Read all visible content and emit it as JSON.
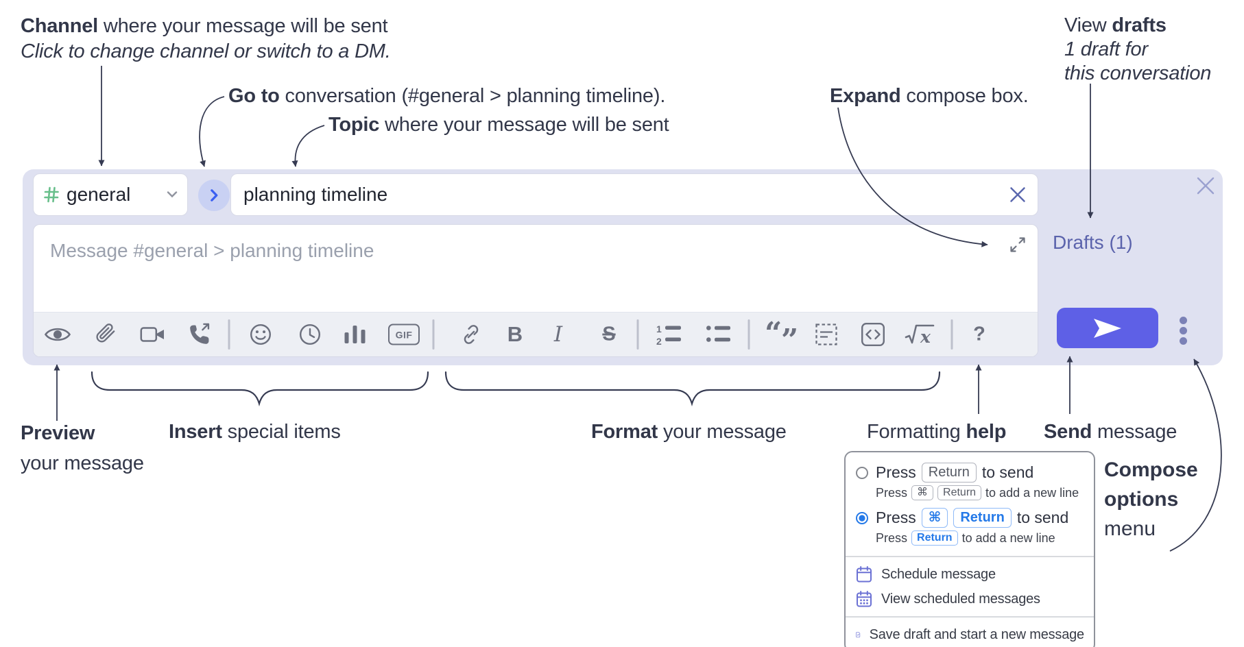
{
  "annotations": {
    "channel": {
      "bold": "Channel",
      "rest": " where your message will be sent",
      "sub": "Click to change channel or switch to a DM."
    },
    "goto": {
      "bold": "Go to",
      "rest": " conversation (#general > planning timeline)."
    },
    "topic": {
      "bold": "Topic",
      "rest": " where your message will be sent"
    },
    "expand": {
      "bold": "Expand",
      "rest": " compose box."
    },
    "drafts": {
      "pre": "View ",
      "bold": "drafts",
      "line2": "1 draft for",
      "line3": "this conversation"
    },
    "preview": {
      "bold": "Preview",
      "line2": "your message"
    },
    "insert": {
      "bold": "Insert",
      "rest": " special items"
    },
    "format": {
      "bold": "Format",
      "rest": " your message"
    },
    "help": {
      "pre": "Formatting ",
      "bold": "help"
    },
    "send": {
      "bold": "Send",
      "rest": " message"
    },
    "compose_options": {
      "line1": "Compose",
      "line2": "options",
      "line3": "menu"
    }
  },
  "compose": {
    "channel_name": "general",
    "topic_value": "planning timeline",
    "message_placeholder": "Message #general > planning timeline",
    "drafts_link": "Drafts (1)",
    "toolbar_icons": [
      "preview-eye",
      "attach-paperclip",
      "video-call",
      "audio-call",
      "emoji-smiley",
      "time-clock",
      "poll-chart",
      "gif",
      "link-chain",
      "bold",
      "italic",
      "strikethrough",
      "numbered-list",
      "bulleted-list",
      "quote",
      "spoiler",
      "code",
      "math",
      "formatting-help"
    ],
    "labels": {
      "gif": "GIF",
      "bold": "B",
      "italic": "I",
      "strike": "S",
      "math_x": "x",
      "help": "?",
      "ol1": "1",
      "ol2": "2",
      "quote_open": "“",
      "quote_close": "”"
    }
  },
  "popup": {
    "option1": {
      "press": "Press",
      "kbd": "Return",
      "after": "to send",
      "sub_press": "Press",
      "sub_kbd1": "⌘",
      "sub_kbd2": "Return",
      "sub_after": "to add a new line"
    },
    "option2": {
      "press": "Press",
      "kbd1": "⌘",
      "kbd2": "Return",
      "after": "to send",
      "sub_press": "Press",
      "sub_kbd": "Return",
      "sub_after": "to add a new line"
    },
    "items": {
      "schedule": "Schedule message",
      "view_scheduled": "View scheduled messages",
      "save_draft": "Save draft and start a new message"
    }
  },
  "colors": {
    "compose_bg": "#dfe1f1",
    "send_button": "#5e60e6",
    "drafts_link": "#5b63ac",
    "hash_green": "#68bf8b",
    "jump_chevron_blue": "#3a5ff1",
    "radio_selected_blue": "#2479e8",
    "menu_icon_purple": "#6b71d4",
    "annotation_text": "#323749",
    "toolbar_icon_gray": "#6c707e"
  }
}
